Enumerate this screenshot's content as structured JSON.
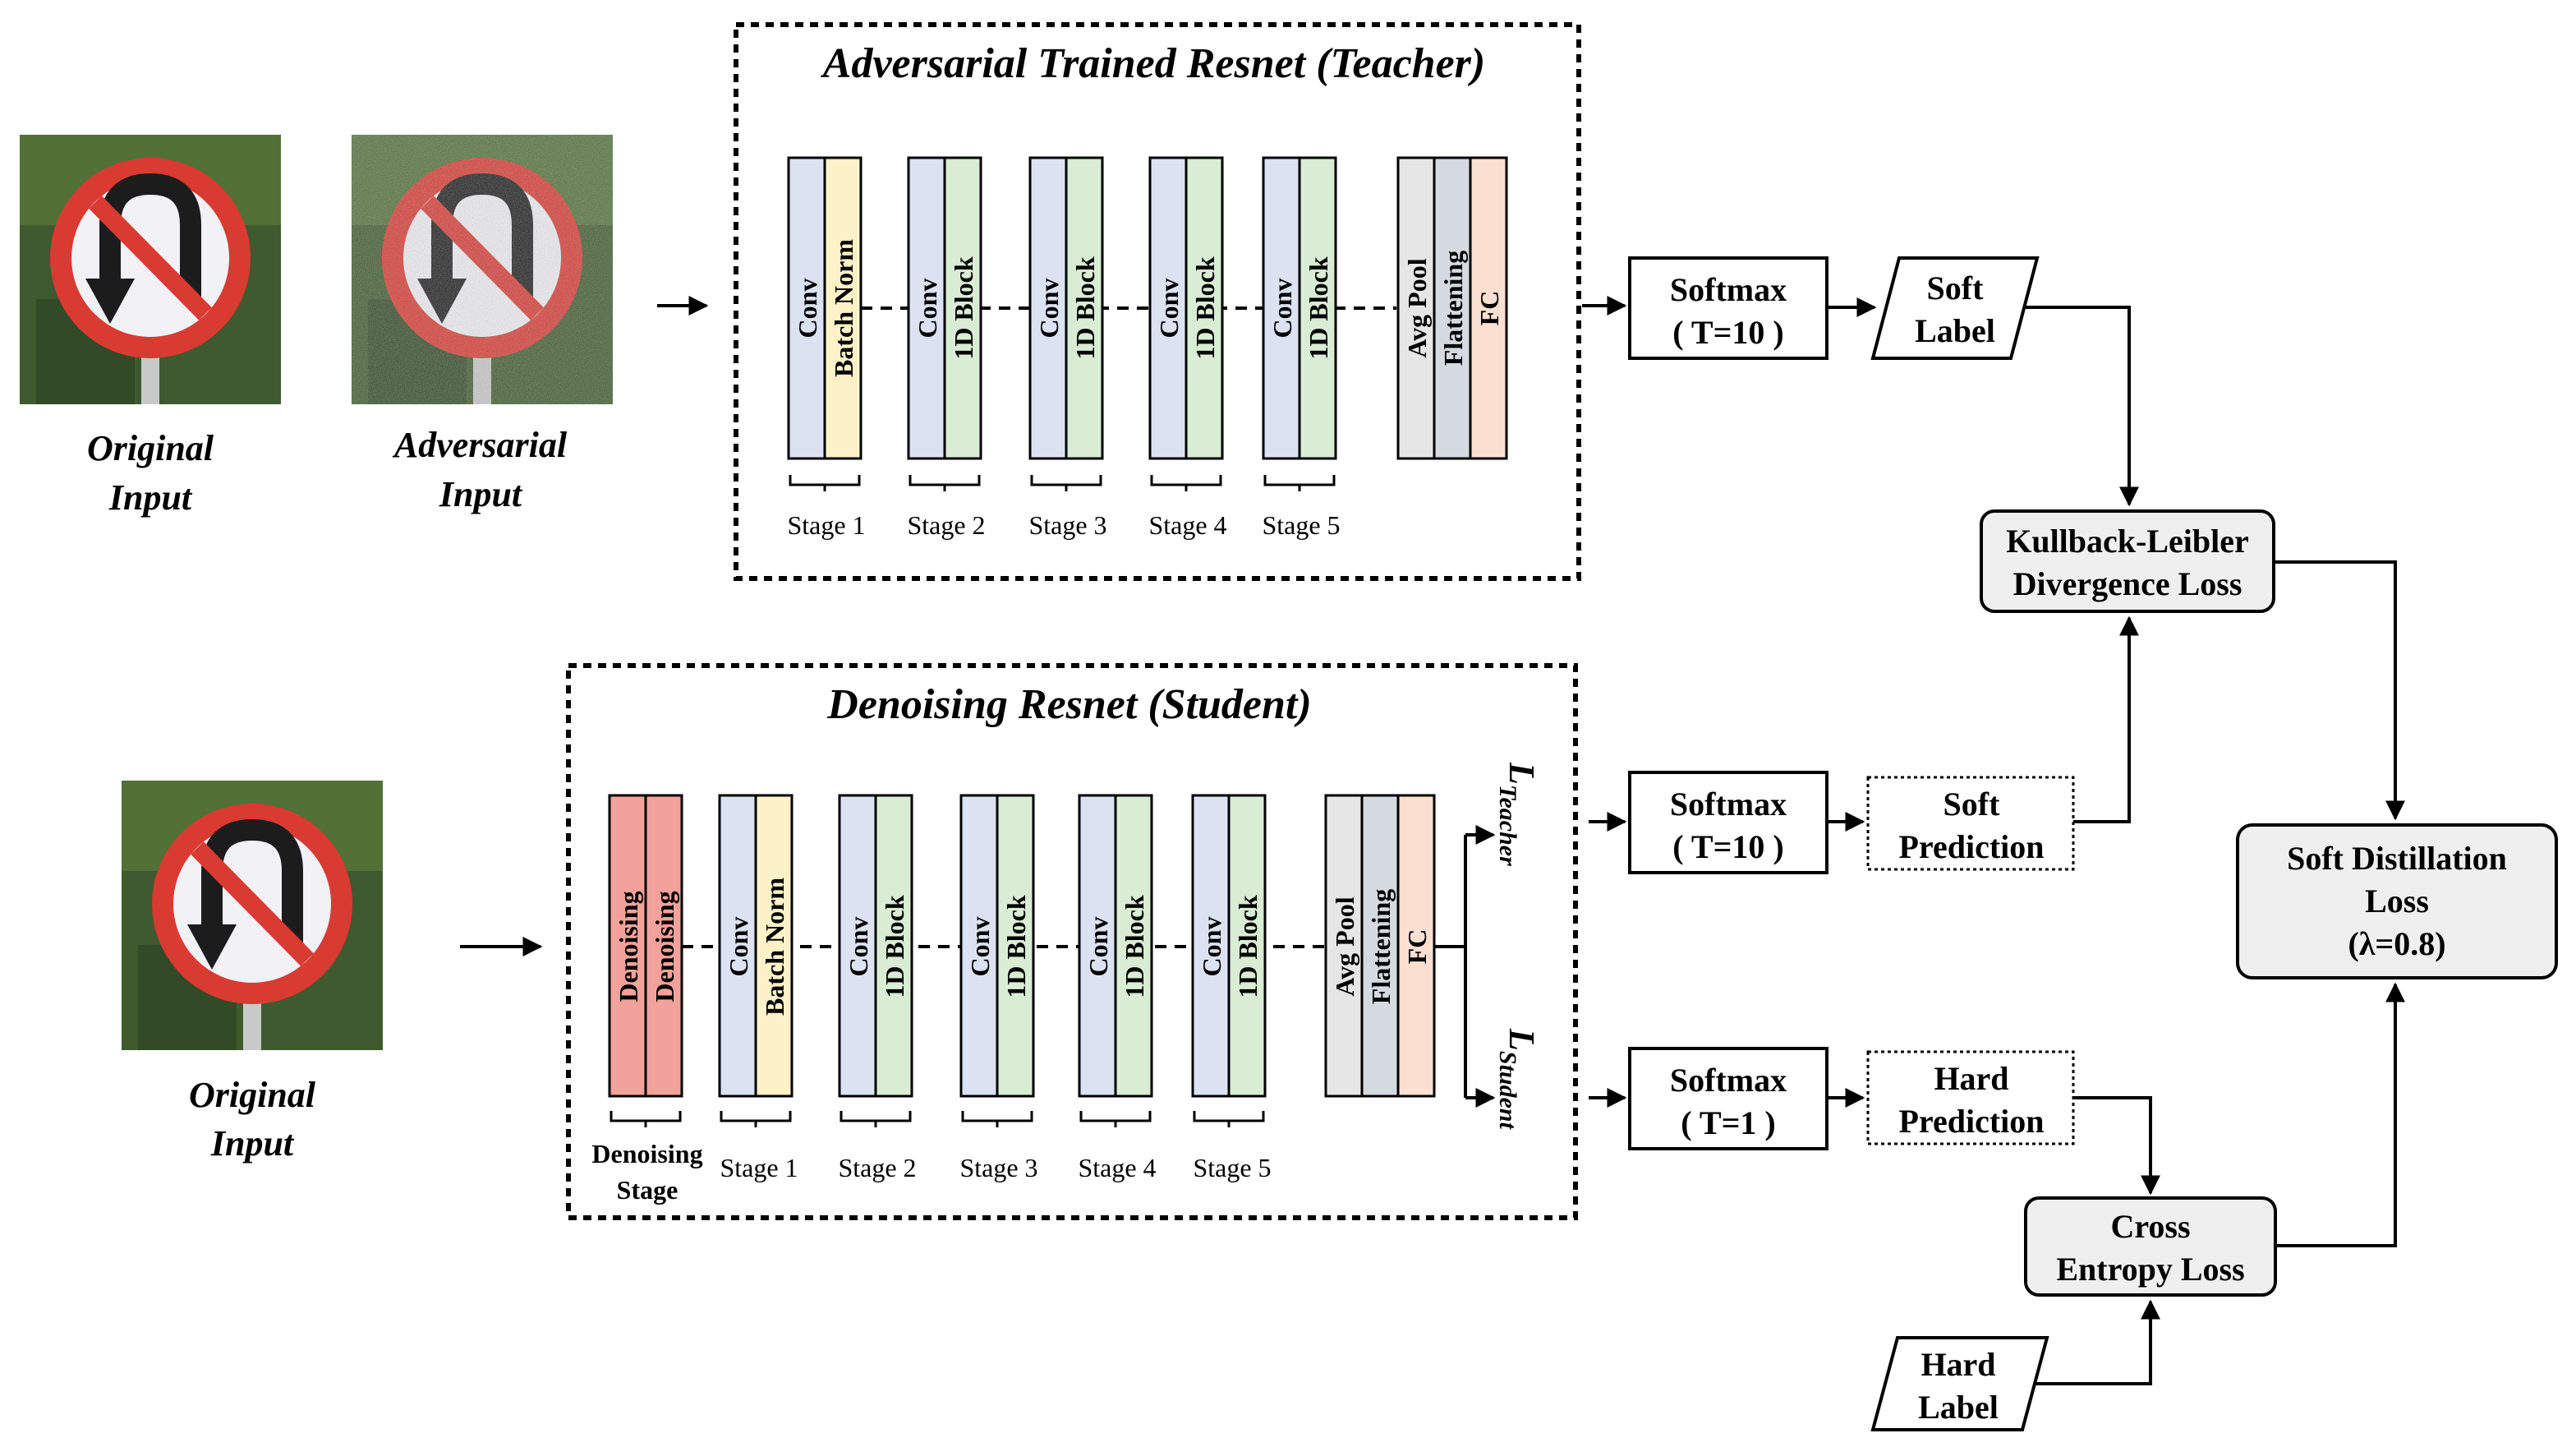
{
  "teacher": {
    "title": "Adversarial Trained Resnet (Teacher)",
    "inputs": {
      "original": [
        "Original",
        "Input"
      ],
      "adversarial": [
        "Adversarial",
        "Input"
      ]
    },
    "stage1": {
      "conv": "Conv",
      "bn": "Batch Norm"
    },
    "stages": [
      "Stage 1",
      "Stage 2",
      "Stage 3",
      "Stage 4",
      "Stage 5"
    ],
    "block": {
      "conv": "Conv",
      "block": "1D Block"
    },
    "head": {
      "pool": "Avg Pool",
      "flat": "Flattening",
      "fc": "FC"
    }
  },
  "student": {
    "title": "Denoising Resnet (Student)",
    "input": [
      "Original",
      "Input"
    ],
    "denoising": [
      "Denoising",
      "Denoising"
    ],
    "denoising_stage": [
      "Denoising",
      "Stage"
    ],
    "stage1": {
      "conv": "Conv",
      "bn": "Batch Norm"
    },
    "stages": [
      "Stage 1",
      "Stage 2",
      "Stage 3",
      "Stage 4",
      "Stage 5"
    ],
    "block": {
      "conv": "Conv",
      "block": "1D Block"
    },
    "head": {
      "pool": "Avg Pool",
      "flat": "Flattening",
      "fc": "FC"
    },
    "outputs": {
      "teacher_sym": "L",
      "teacher_sub": "Teacher",
      "student_sym": "L",
      "student_sub": "Student"
    }
  },
  "nodes": {
    "softmax_teacher": [
      "Softmax",
      "( T=10 )"
    ],
    "soft_label": [
      "Soft",
      "Label"
    ],
    "kl_loss": [
      "Kullback-Leibler",
      "Divergence Loss"
    ],
    "softmax_student_soft": [
      "Softmax",
      "( T=10 )"
    ],
    "soft_prediction": [
      "Soft",
      "Prediction"
    ],
    "softmax_student_hard": [
      "Softmax",
      "( T=1 )"
    ],
    "hard_prediction": [
      "Hard",
      "Prediction"
    ],
    "ce_loss": [
      "Cross",
      "Entropy Loss"
    ],
    "hard_label": [
      "Hard",
      "Label"
    ],
    "soft_distillation": [
      "Soft Distillation",
      "Loss",
      "(λ=0.8)"
    ]
  },
  "colors": {
    "conv": "#dbe3f3",
    "batch_norm": "#fdf1c8",
    "block": "#d9ecd4",
    "pool": "#e6e6e6",
    "flat": "#d5d9e0",
    "fc": "#fbe0d2",
    "denoising": "#f2a29a",
    "loss_box": "#efefef"
  },
  "icons": [
    "no-u-turn-sign-icon",
    "noisy-no-u-turn-sign-icon"
  ]
}
